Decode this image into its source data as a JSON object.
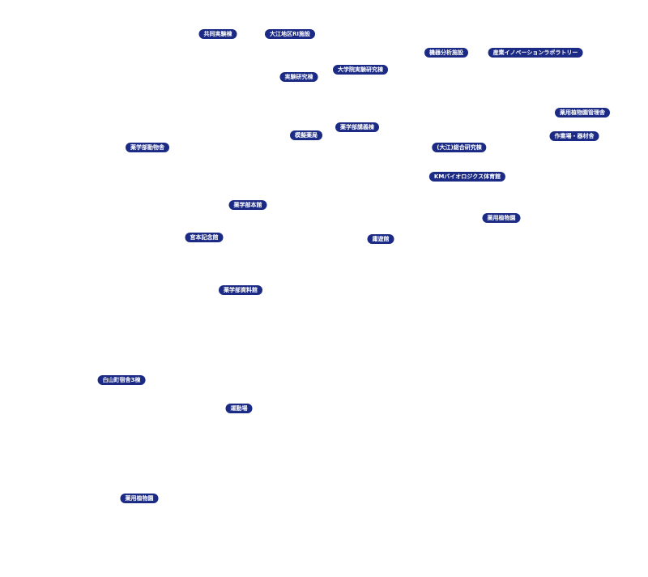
{
  "map": {
    "labels": [
      "共同実験棟",
      "大江地区RI施設",
      "機器分析施設",
      "産業イノベーションラボラトリー",
      "大学院実験研究棟",
      "実験研究棟",
      "薬用植物園管理舎",
      "薬学部講義棟",
      "模擬薬局",
      "作業場・器材舎",
      "薬学部動物舎",
      "(大江)総合研究棟",
      "KMバイオロジクス体育館",
      "薬学部本館",
      "薬用植物園",
      "宮本記念館",
      "庸遊館",
      "薬学部資料館",
      "白山町宿舎3棟",
      "運動場",
      "薬用植物園"
    ]
  }
}
